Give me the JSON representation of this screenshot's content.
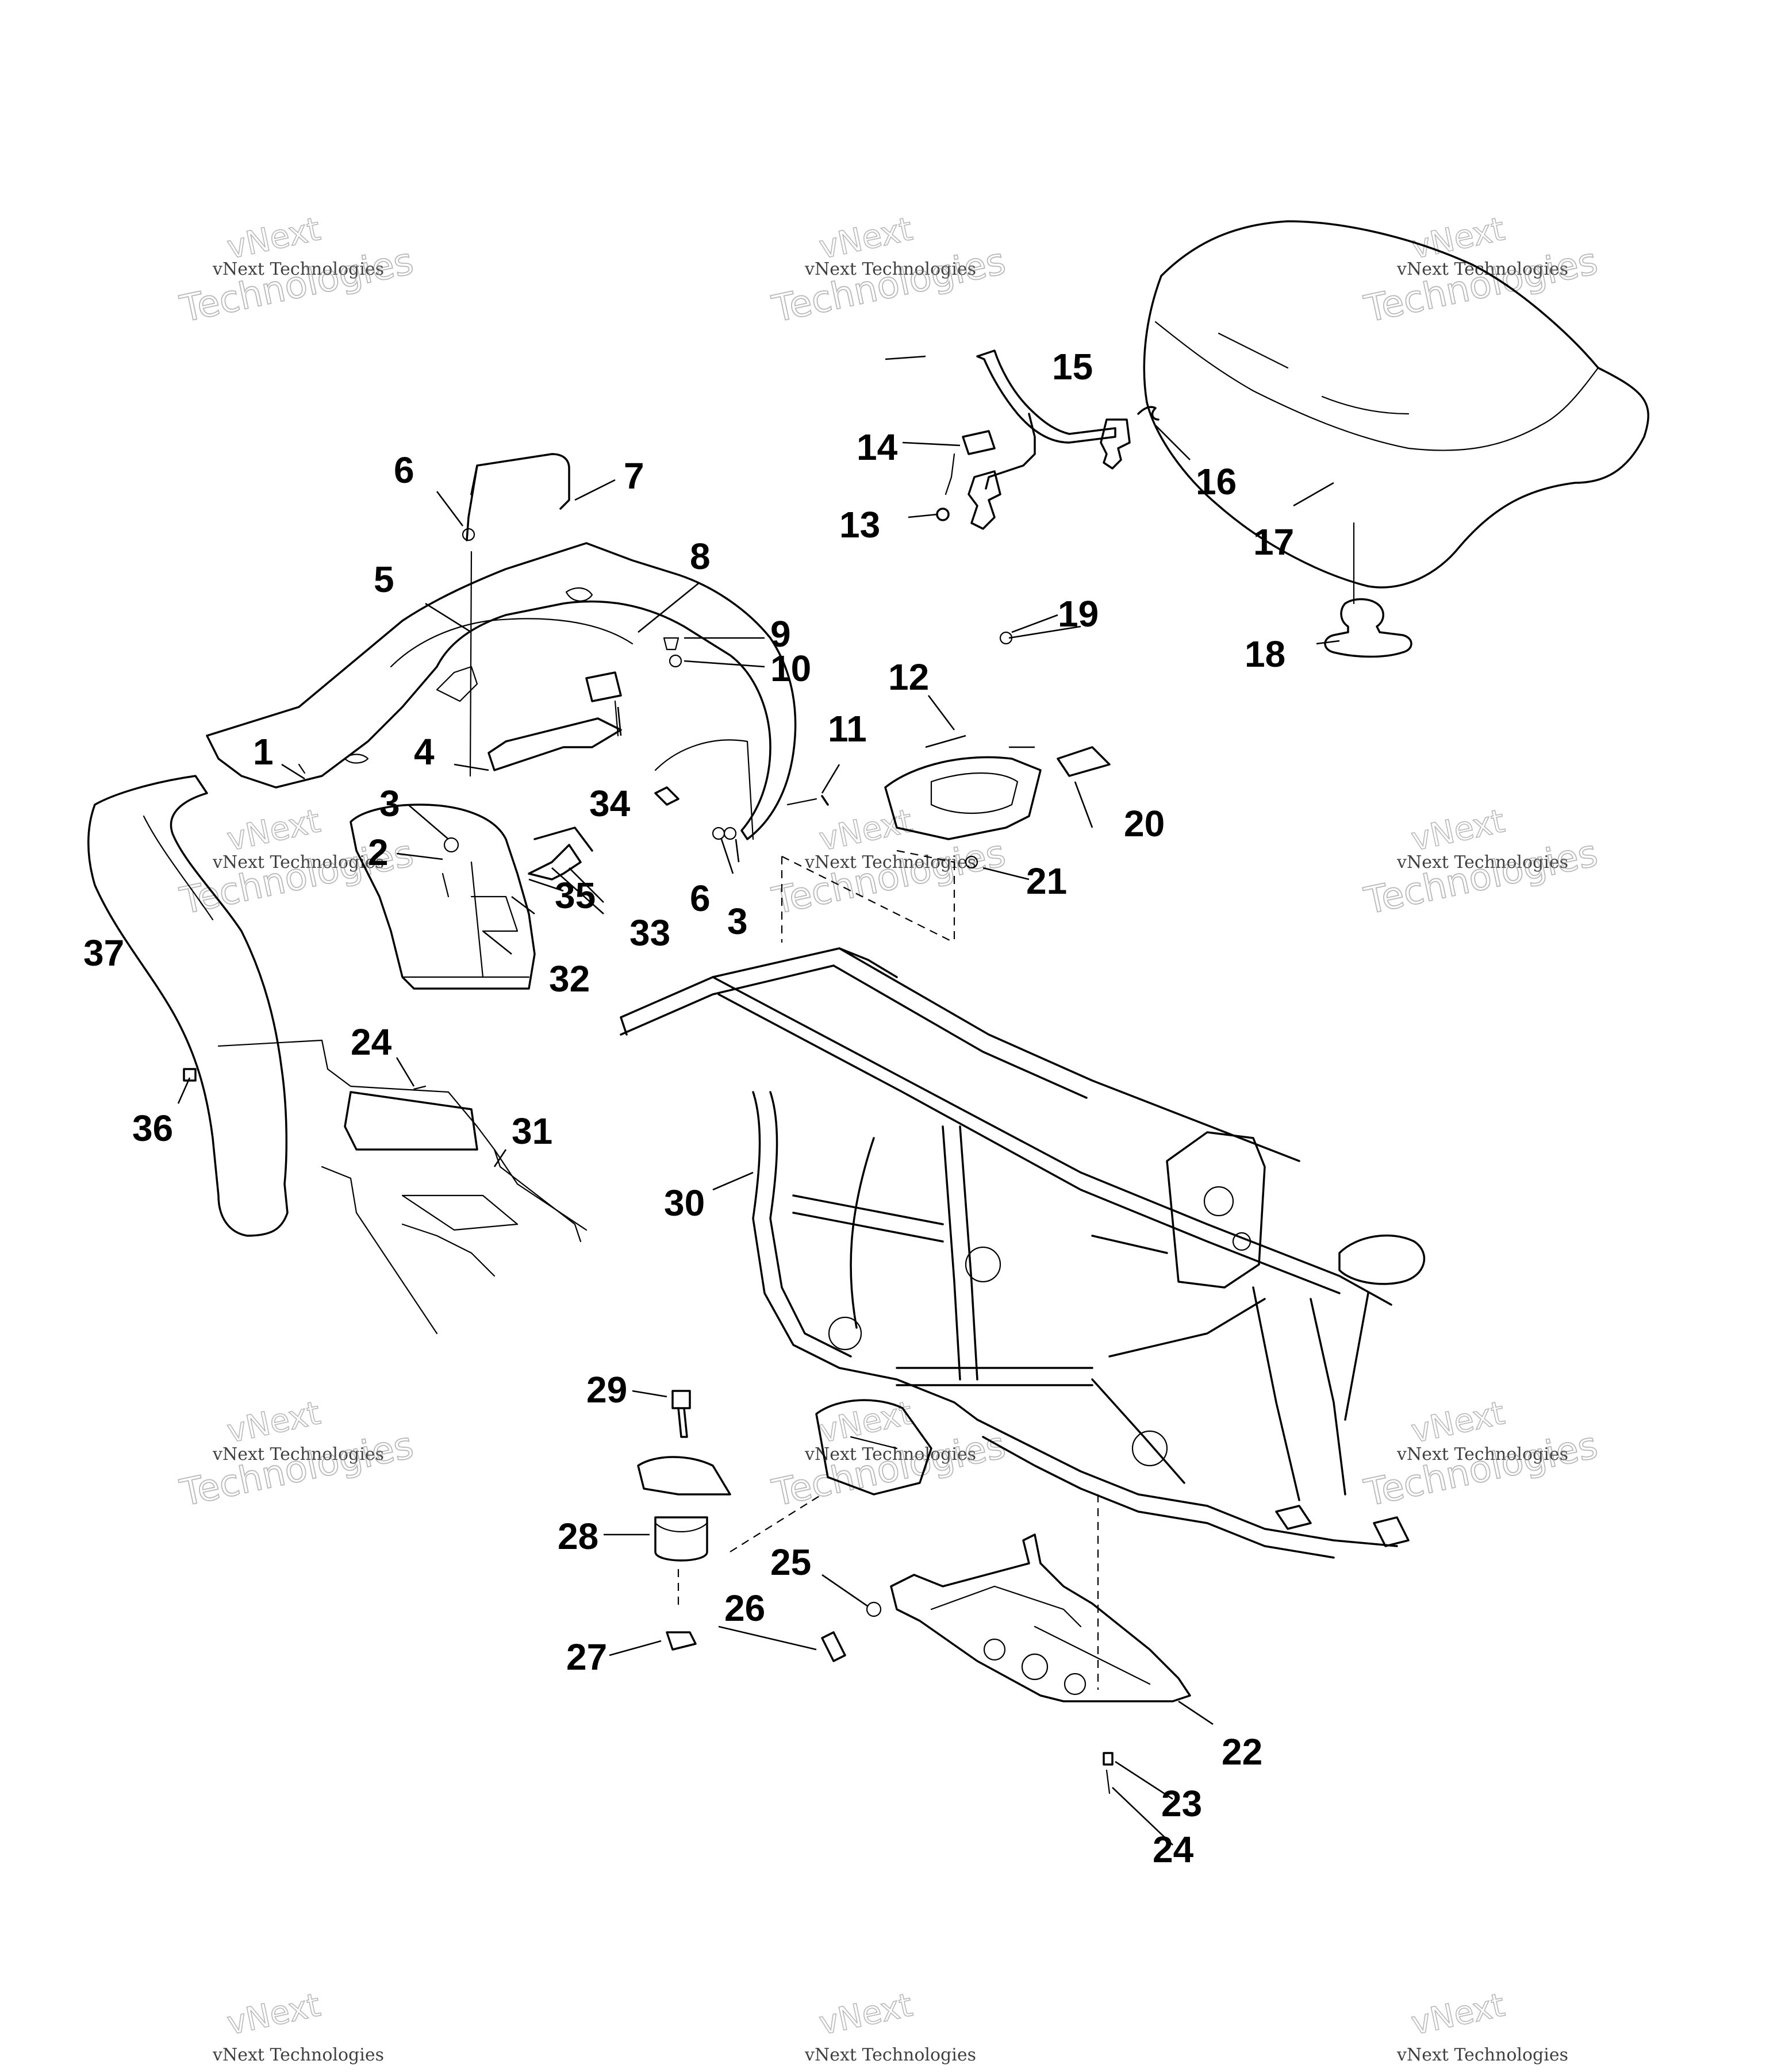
{
  "watermark": {
    "line": "vNext Technologies",
    "top_word": "vNext",
    "bottom_word": "Technologies"
  },
  "callouts": [
    {
      "id": "c1",
      "label": "1"
    },
    {
      "id": "c2",
      "label": "2"
    },
    {
      "id": "c3a",
      "label": "3"
    },
    {
      "id": "c3b",
      "label": "3"
    },
    {
      "id": "c4",
      "label": "4"
    },
    {
      "id": "c5",
      "label": "5"
    },
    {
      "id": "c6a",
      "label": "6"
    },
    {
      "id": "c6b",
      "label": "6"
    },
    {
      "id": "c7",
      "label": "7"
    },
    {
      "id": "c8",
      "label": "8"
    },
    {
      "id": "c9",
      "label": "9"
    },
    {
      "id": "c10",
      "label": "10"
    },
    {
      "id": "c11",
      "label": "11"
    },
    {
      "id": "c12",
      "label": "12"
    },
    {
      "id": "c13",
      "label": "13"
    },
    {
      "id": "c14",
      "label": "14"
    },
    {
      "id": "c15",
      "label": "15"
    },
    {
      "id": "c16",
      "label": "16"
    },
    {
      "id": "c17",
      "label": "17"
    },
    {
      "id": "c18",
      "label": "18"
    },
    {
      "id": "c19",
      "label": "19"
    },
    {
      "id": "c20",
      "label": "20"
    },
    {
      "id": "c21",
      "label": "21"
    },
    {
      "id": "c22",
      "label": "22"
    },
    {
      "id": "c23",
      "label": "23"
    },
    {
      "id": "c24a",
      "label": "24"
    },
    {
      "id": "c24b",
      "label": "24"
    },
    {
      "id": "c25",
      "label": "25"
    },
    {
      "id": "c26",
      "label": "26"
    },
    {
      "id": "c27",
      "label": "27"
    },
    {
      "id": "c28",
      "label": "28"
    },
    {
      "id": "c29",
      "label": "29"
    },
    {
      "id": "c30",
      "label": "30"
    },
    {
      "id": "c31",
      "label": "31"
    },
    {
      "id": "c32",
      "label": "32"
    },
    {
      "id": "c33",
      "label": "33"
    },
    {
      "id": "c34",
      "label": "34"
    },
    {
      "id": "c35",
      "label": "35"
    },
    {
      "id": "c36",
      "label": "36"
    },
    {
      "id": "c37",
      "label": "37"
    }
  ]
}
